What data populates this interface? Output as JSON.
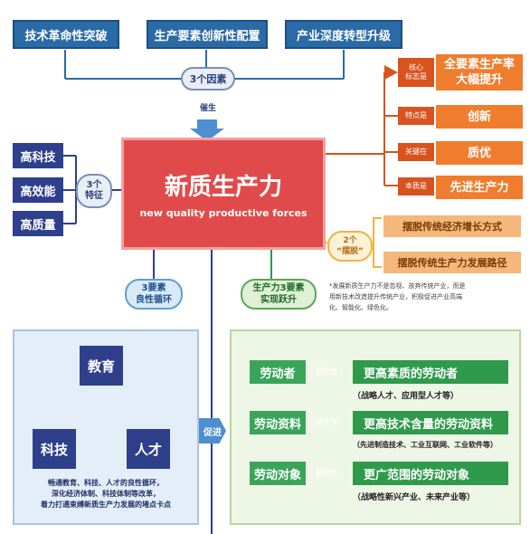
{
  "factors": {
    "items": [
      "技术革命性突破",
      "生产要素创新性配置",
      "产业深度转型升级"
    ],
    "badge": "3个因素",
    "arrow_label": "催生"
  },
  "center": {
    "title": "新质生产力",
    "subtitle": "new quality productive forces"
  },
  "features": {
    "items": [
      "高科技",
      "高效能",
      "高质量"
    ],
    "badge_line1": "3个",
    "badge_line2": "特征"
  },
  "right_branches": [
    {
      "tag_line1": "核心",
      "tag_line2": "标志是",
      "value_line1": "全要素生产率",
      "value_line2": "大幅提升"
    },
    {
      "tag_line1": "特点是",
      "tag_line2": "",
      "value_line1": "创新",
      "value_line2": ""
    },
    {
      "tag_line1": "关键在",
      "tag_line2": "",
      "value_line1": "质优",
      "value_line2": ""
    },
    {
      "tag_line1": "本质是",
      "tag_line2": "",
      "value_line1": "先进生产力",
      "value_line2": ""
    }
  ],
  "getaway": {
    "badge_line1": "2个",
    "badge_line2": "“摆脱”",
    "items": [
      "摆脱传统经济增长方式",
      "摆脱传统生产力发展路径"
    ],
    "note_line1": "*发展新质生产力不是忽视、放弃传统产业，而是",
    "note_line2": "用新技术改造提升传统产业，积极促进产业高端",
    "note_line3": "化、智能化、绿色化。"
  },
  "cycle": {
    "badge_line1": "3要素",
    "badge_line2": "良性循环",
    "nodes": [
      "教育",
      "科技",
      "人才"
    ],
    "caption_line1": "畅通教育、科技、人才的良性循环，",
    "caption_line2": "深化经济体制、科技体制等改革，",
    "caption_line3": "着力打通束缚新质生产力发展的堵点卡点",
    "promote_label": "促进"
  },
  "labor": {
    "badge_line1": "生产力3要素",
    "badge_line2": "实现跃升",
    "rows": [
      {
        "name": "劳动者",
        "tag": "跃升为",
        "result": "更高素质的劳动者",
        "note": "（战略人才、应用型人才等）"
      },
      {
        "name": "劳动资料",
        "tag": "跃升为",
        "result": "更高技术含量的劳动资料",
        "note": "（先进制造技术、工业互联网、工业软件等）"
      },
      {
        "name": "劳动对象",
        "tag": "跃升为",
        "result": "更广范围的劳动对象",
        "note": "（战略性新兴产业、未来产业等）"
      }
    ]
  },
  "colors": {
    "blue": "#2a6aa6",
    "navy": "#2e3f8c",
    "red": "#e14a4a",
    "orange": "#ef7d2d",
    "green": "#2f9a4c",
    "light_green_bg": "#eef6e6",
    "light_blue_bg": "#e4eef8"
  }
}
